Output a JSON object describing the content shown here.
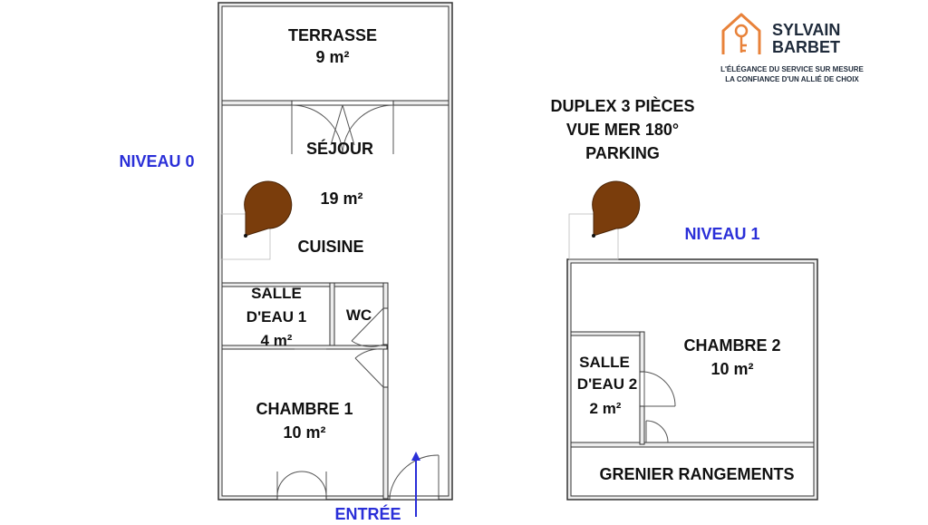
{
  "header": {
    "title_line1": "DUPLEX 3 PIÈCES",
    "title_line2": "VUE MER 180°",
    "title_line3": "PARKING"
  },
  "levels": {
    "level0": "NIVEAU 0",
    "level1": "NIVEAU 1"
  },
  "rooms": {
    "terrasse": {
      "name": "TERRASSE",
      "area": "9 m²"
    },
    "sejour": {
      "name": "SÉJOUR",
      "area": "19 m²"
    },
    "cuisine": {
      "name": "CUISINE"
    },
    "salle_eau_1": {
      "line1": "SALLE",
      "line2": "D'EAU 1",
      "area": "4 m²"
    },
    "wc": {
      "name": "WC"
    },
    "chambre_1": {
      "name": "CHAMBRE 1",
      "area": "10 m²"
    },
    "chambre_2": {
      "name": "CHAMBRE 2",
      "area": "10 m²"
    },
    "salle_eau_2": {
      "line1": "SALLE",
      "line2": "D'EAU 2",
      "area": "2 m²"
    },
    "grenier": {
      "name": "GRENIER RANGEMENTS"
    }
  },
  "entrance": {
    "label": "ENTRÉE"
  },
  "brand": {
    "name_line1": "SYLVAIN",
    "name_line2": "BARBET",
    "tagline1": "L'ÉLÉGANCE DU SERVICE SUR MESURE",
    "tagline2": "LA CONFIANCE D'UN ALLIÉ DE CHOIX",
    "icon": "house-key-icon"
  },
  "colors": {
    "wall": "#333333",
    "wall_fill": "#ededed",
    "level_label": "#2a2fd8",
    "stair": "#7a3d0c",
    "logo_orange": "#e8823a",
    "logo_text": "#1e2a3a",
    "arrow": "#2a2fd8"
  }
}
